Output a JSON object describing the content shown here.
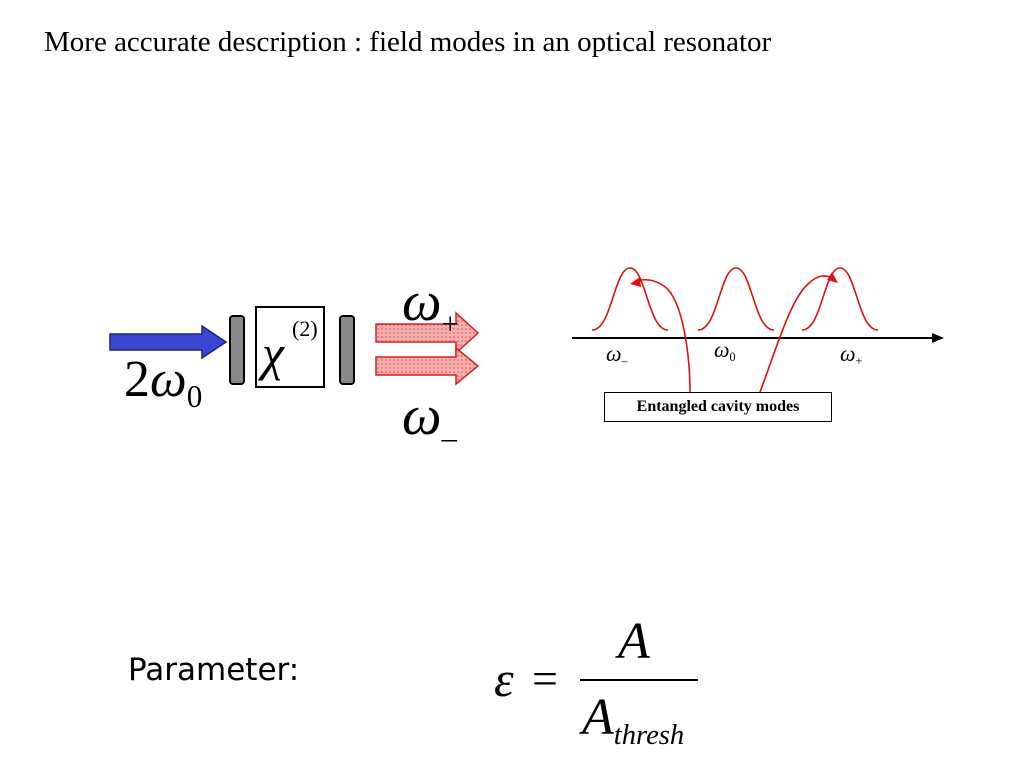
{
  "title": "More accurate description : field modes in an optical resonator",
  "diagram": {
    "pump_coeff": "2",
    "omega": "ω",
    "pump_sub": "0",
    "chi": "χ",
    "chi_order": "(2)",
    "signal_sub": "+",
    "idler_sub": "–",
    "mode_labels": [
      {
        "sub": "–"
      },
      {
        "sub": "0"
      },
      {
        "sub": "+"
      }
    ],
    "modes_box": "Entangled cavity modes",
    "colors": {
      "pump": "#3a46d4",
      "beam": "#e34a4a",
      "mode_curve": "#e01010",
      "mirror": "#888888"
    }
  },
  "parameter": {
    "label": "Parameter:",
    "epsilon": "ε",
    "equals": "=",
    "numerator": "A",
    "denominator": "A",
    "denominator_sub": "thresh"
  }
}
